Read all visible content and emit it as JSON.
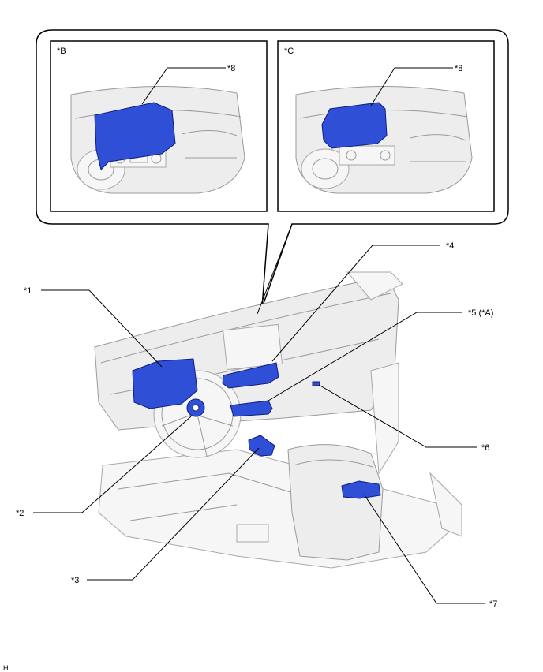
{
  "callouts": {
    "c1": "*1",
    "c2": "*2",
    "c3": "*3",
    "c4": "*4",
    "c5": "*5 (*A)",
    "c6": "*6",
    "c7": "*7"
  },
  "insets": {
    "b_label": "*B",
    "b_callout": "*8",
    "c_label": "*C",
    "c_callout": "*8"
  },
  "footer_code": "H",
  "colors": {
    "part_highlight": "#2f4fd6",
    "line": "#000000",
    "background": "#ffffff"
  }
}
